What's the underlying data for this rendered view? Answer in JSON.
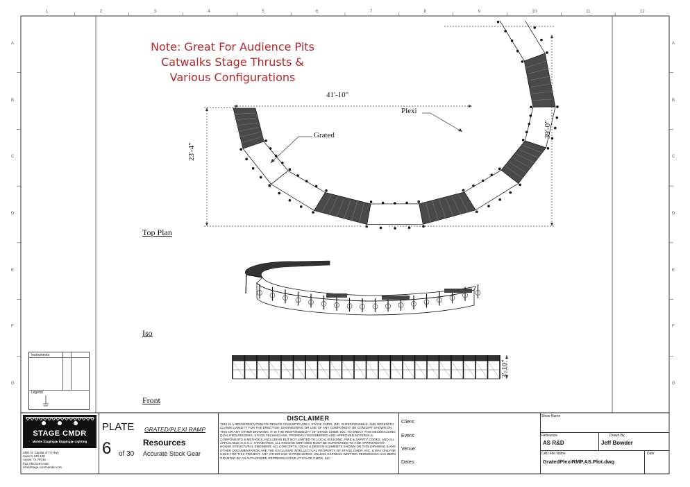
{
  "border": {
    "columns": [
      "1",
      "2",
      "3",
      "4",
      "5",
      "6",
      "7",
      "8",
      "9",
      "10",
      "11",
      "12"
    ],
    "rows": [
      "A",
      "B",
      "C",
      "D",
      "E",
      "F",
      "G"
    ]
  },
  "note": {
    "line1": "Note: Great For Audience Pits",
    "line2": "Catwalks Stage Thrusts &",
    "line3": "Various Configurations"
  },
  "dimensions": {
    "width": "41'-10\"",
    "left_height": "23'-4\"",
    "right_height": "39'-0\"",
    "front_height": "3'-10\""
  },
  "callouts": {
    "plexi": "Plexi",
    "grated": "Grated"
  },
  "views": {
    "top_plan": "Top Plan",
    "iso": "Iso",
    "front": "Front"
  },
  "instrument_panel": {
    "title": "Instruments",
    "legend": "Legend"
  },
  "logo": {
    "name": "STAGE CMDR",
    "tagline": "Mobile Staging ▶ Rigging ▶ Lighting",
    "address": [
      "3801 N. Capital of TX Hwy",
      "Suite E-240-108",
      "Austin, Tx 78746",
      "512.730.0130 main",
      "info@stage-commander.com"
    ]
  },
  "plate": {
    "label": "PLATE",
    "number": "6",
    "of_text": "of 30",
    "subtitle": "GRATED/PLEXI RAMP",
    "category": "Resources",
    "description": "Accurate Stock Gear"
  },
  "disclaimer": {
    "title": "DISCLAIMER",
    "text": "THIS IS A REPRESENTATION OF DESIGN CONCEPTS ONLY. STAGE CMDR, INC. IS RESPONSIBLE, AND HEREWITH CLAIMS LIABILITY FOR THE ERECTION, ENGINEERING OR USE OF ANY COMPONENT OR CONCEPT SHOWN ON THIS OR ANY OTHER DRAWING. IT IS THE RESPONSIBILITY OF STAGE CMDR, INC. TO ERECT THIS DESIGN USING QUALIFIED RIGGERS, STAGE TECHNICIANS, PROPERLY ENGINEERED AND APPROVED MATERIALS, COMPONENTS & METHODS, INCLUDING BUT NOT LIMITED TO LOCAL BUILDING, FIRE & SAFETY CODES, AND ALL APPLICABLE O.S.H.A. STANDARDS. ALL RIGGING METHODS MUST BE SUPERVISED TO AND APPROVED BY HOUSE STRUCTURAL ENGINEER. ALL CONCEPTS, IDEAS & DESIGN ELEMENTS SHOWN ON THIS DRAWING & ANY OTHER DOCUMENTATION ARE THE EXCLUSIVE INTELLECTUAL PROPERTY OF STAGE CMDR, INC. & MAY ONLY BE USED FOR THIS PROJECT. ANY OTHER USE IS PROHIBITED, UNLESS EXPRESS WRITTEN PERMISSION HAS BEEN GRANTED BY AN AUTHORIZED REPRESENTATIVE AT STAGE CMDR, INC."
  },
  "fields": {
    "client": "Client:",
    "event": "Event:",
    "venue": "Venue:",
    "dates": "Dates:"
  },
  "info": {
    "show_name_label": "Show Name",
    "reference_label": "Reference",
    "reference_value": "AS R&D",
    "drawn_by_label": "Drawn By",
    "drawn_by_value": "Jeff Bowder",
    "cad_label": "CAD File Name",
    "cad_value": "GratedPlexiRMP.AS.Plot.dwg",
    "date_label": "Date"
  }
}
